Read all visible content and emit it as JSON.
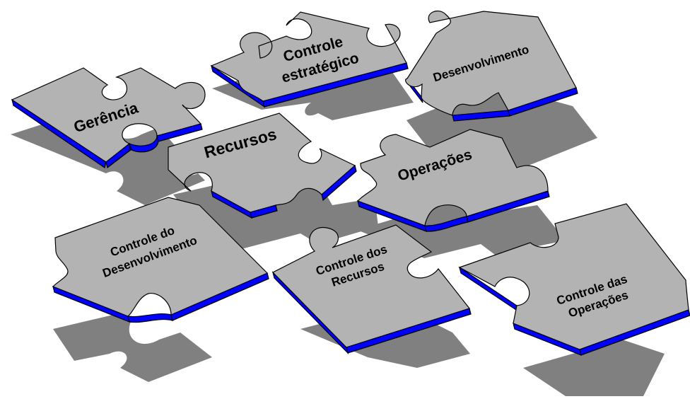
{
  "colors": {
    "background": "#ffffff",
    "piece_face": "#b3b3b3",
    "piece_edge": "#0000ff",
    "shadow": "#808080",
    "outline": "#000000"
  },
  "pieces": [
    {
      "id": "gerencia",
      "lines": [
        "Gerência"
      ]
    },
    {
      "id": "controle-estrategico",
      "lines": [
        "Controle",
        "estratégico"
      ]
    },
    {
      "id": "desenvolvimento",
      "lines": [
        "Desenvolvimento"
      ]
    },
    {
      "id": "recursos",
      "lines": [
        "Recursos"
      ]
    },
    {
      "id": "operacoes",
      "lines": [
        "Operações"
      ]
    },
    {
      "id": "controle-do-desenvolvimento",
      "lines": [
        "Controle do",
        "Desenvolvimento"
      ]
    },
    {
      "id": "controle-dos-recursos",
      "lines": [
        "Controle dos",
        "Recursos"
      ]
    },
    {
      "id": "controle-das-operacoes",
      "lines": [
        "Controle das",
        "Operações"
      ]
    }
  ]
}
